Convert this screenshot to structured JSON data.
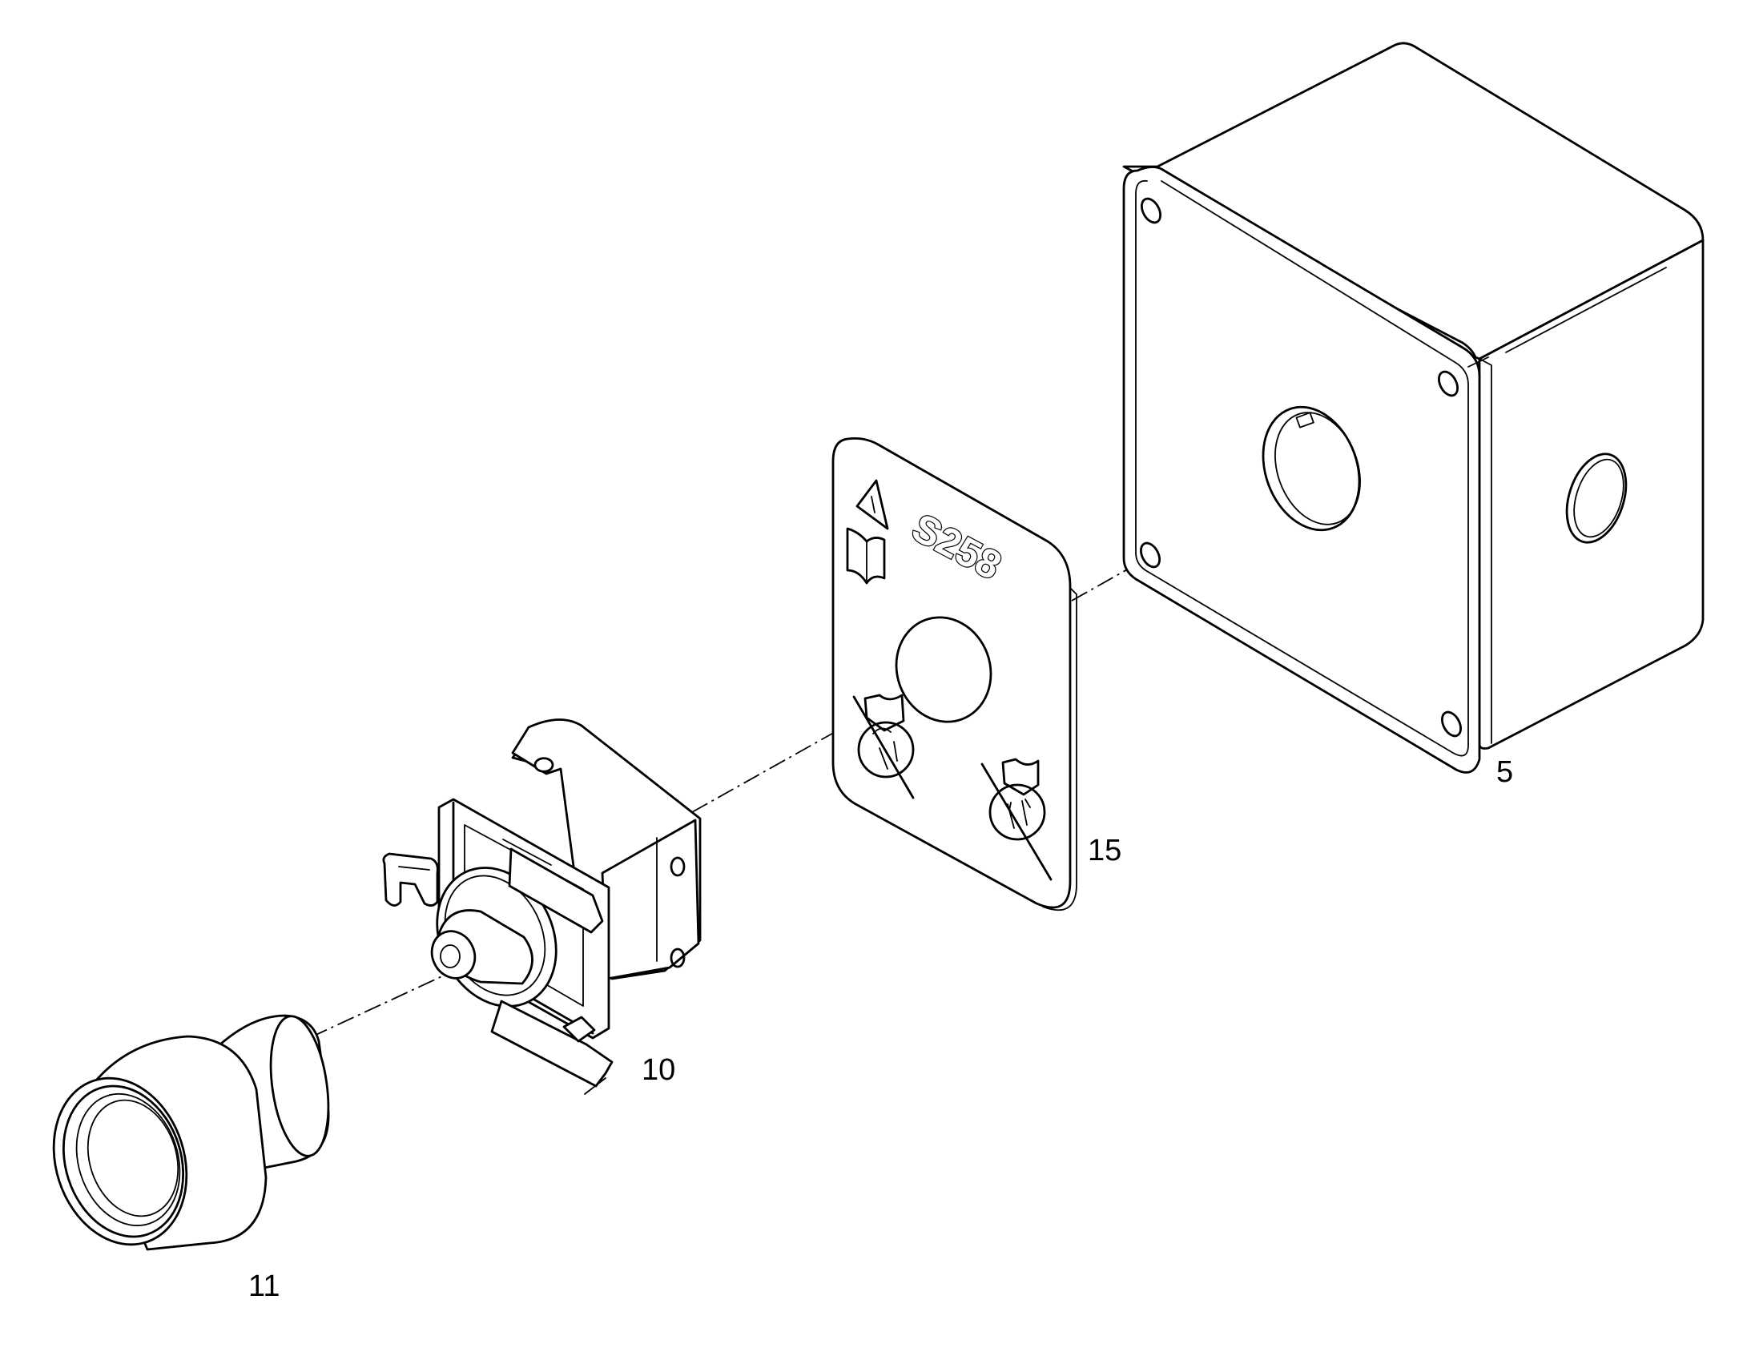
{
  "callouts": {
    "enclosure": "5",
    "contact_block": "10",
    "push_button": "11",
    "legend_plate": "15"
  },
  "legend_plate_text": "S258"
}
